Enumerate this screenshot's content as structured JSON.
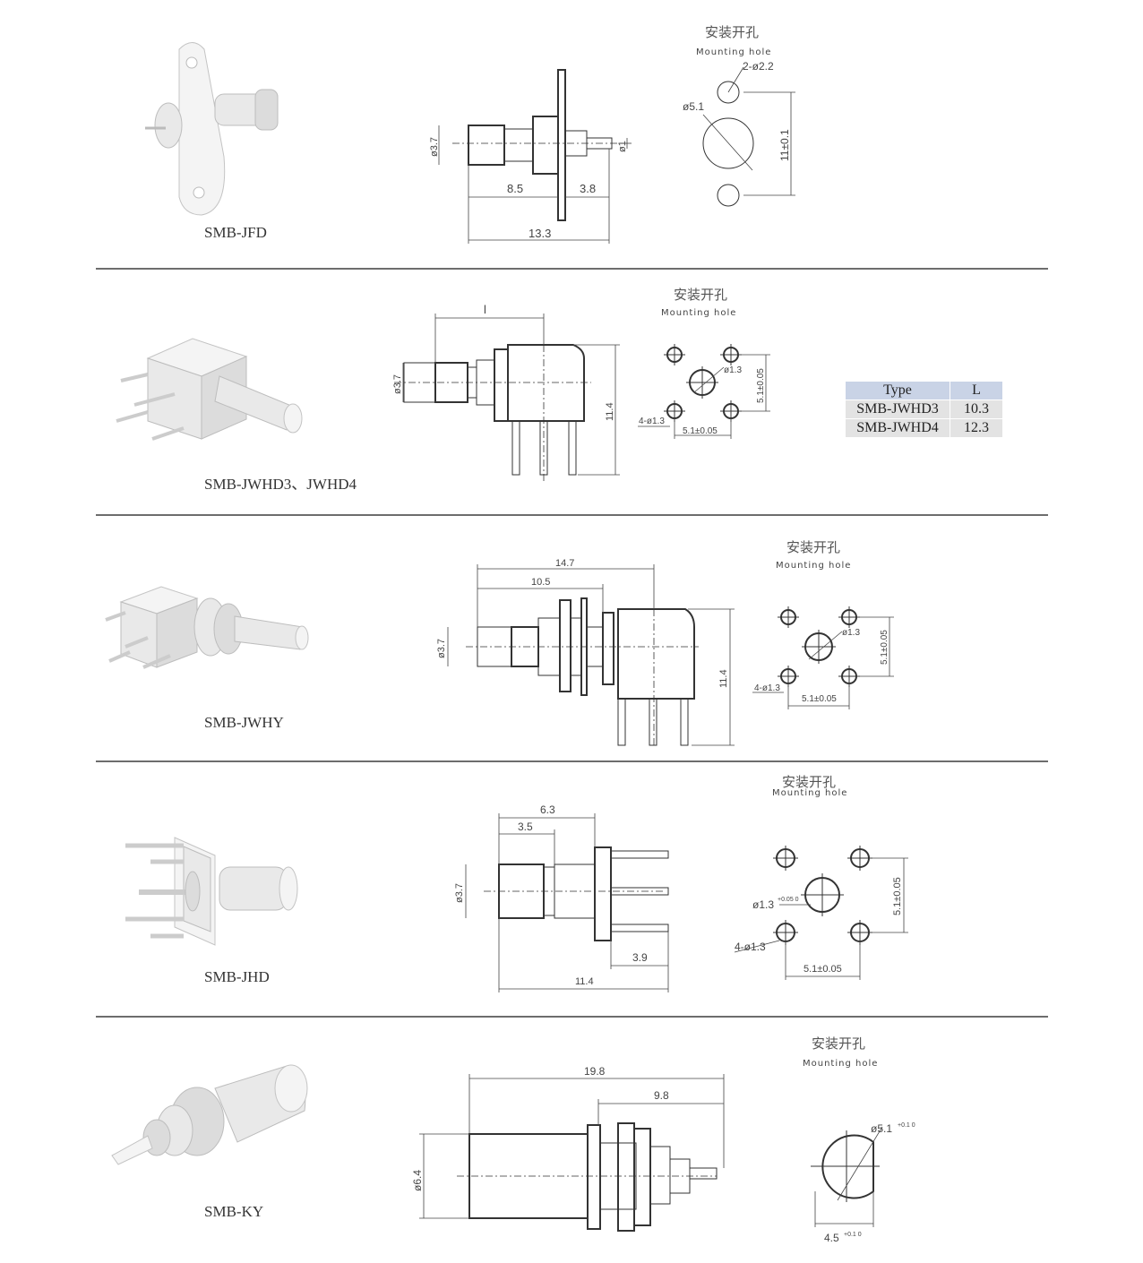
{
  "mounting_hole": {
    "cn": "安装开孔",
    "en": "Mounting hole"
  },
  "sections": [
    {
      "model": "SMB-JFD",
      "dims": {
        "d1": "ø3.7",
        "d2": "ø1",
        "len_a": "8.5",
        "len_b": "3.8",
        "len_total": "13.3"
      },
      "hole": {
        "small": "2-ø2.2",
        "large": "ø5.1",
        "spacing": "11±0.1"
      }
    },
    {
      "model": "SMB-JWHD3、JWHD4",
      "dims": {
        "len_l": "l",
        "d1": "ø3.7",
        "height": "11.4"
      },
      "hole": {
        "center": "ø1.3",
        "pins": "4-ø1.3",
        "sx": "5.1±0.05",
        "sy": "5.1±0.05"
      },
      "table": {
        "headers": [
          "Type",
          "L"
        ],
        "rows": [
          [
            "SMB-JWHD3",
            "10.3"
          ],
          [
            "SMB-JWHD4",
            "12.3"
          ]
        ]
      }
    },
    {
      "model": "SMB-JWHY",
      "dims": {
        "len_total": "14.7",
        "len_a": "10.5",
        "d1": "ø3.7",
        "height": "11.4"
      },
      "hole": {
        "center": "ø1.3",
        "pins": "4-ø1.3",
        "sx": "5.1±0.05",
        "sy": "5.1±0.05"
      }
    },
    {
      "model": "SMB-JHD",
      "dims": {
        "len_a": "6.3",
        "len_b": "3.5",
        "d1": "ø3.7",
        "len_c": "3.9",
        "len_total": "11.4"
      },
      "hole": {
        "center": "ø1.3",
        "center_tol": "+0.05 0",
        "pins": "4-ø1.3",
        "sx": "5.1±0.05",
        "sy": "5.1±0.05"
      }
    },
    {
      "model": "SMB-KY",
      "dims": {
        "len_total": "19.8",
        "len_a": "9.8",
        "d1": "ø6.4"
      },
      "hole": {
        "dia": "ø5.1",
        "dia_tol": "+0.1 0",
        "flat": "4.5",
        "flat_tol": "+0.1 0"
      }
    }
  ]
}
